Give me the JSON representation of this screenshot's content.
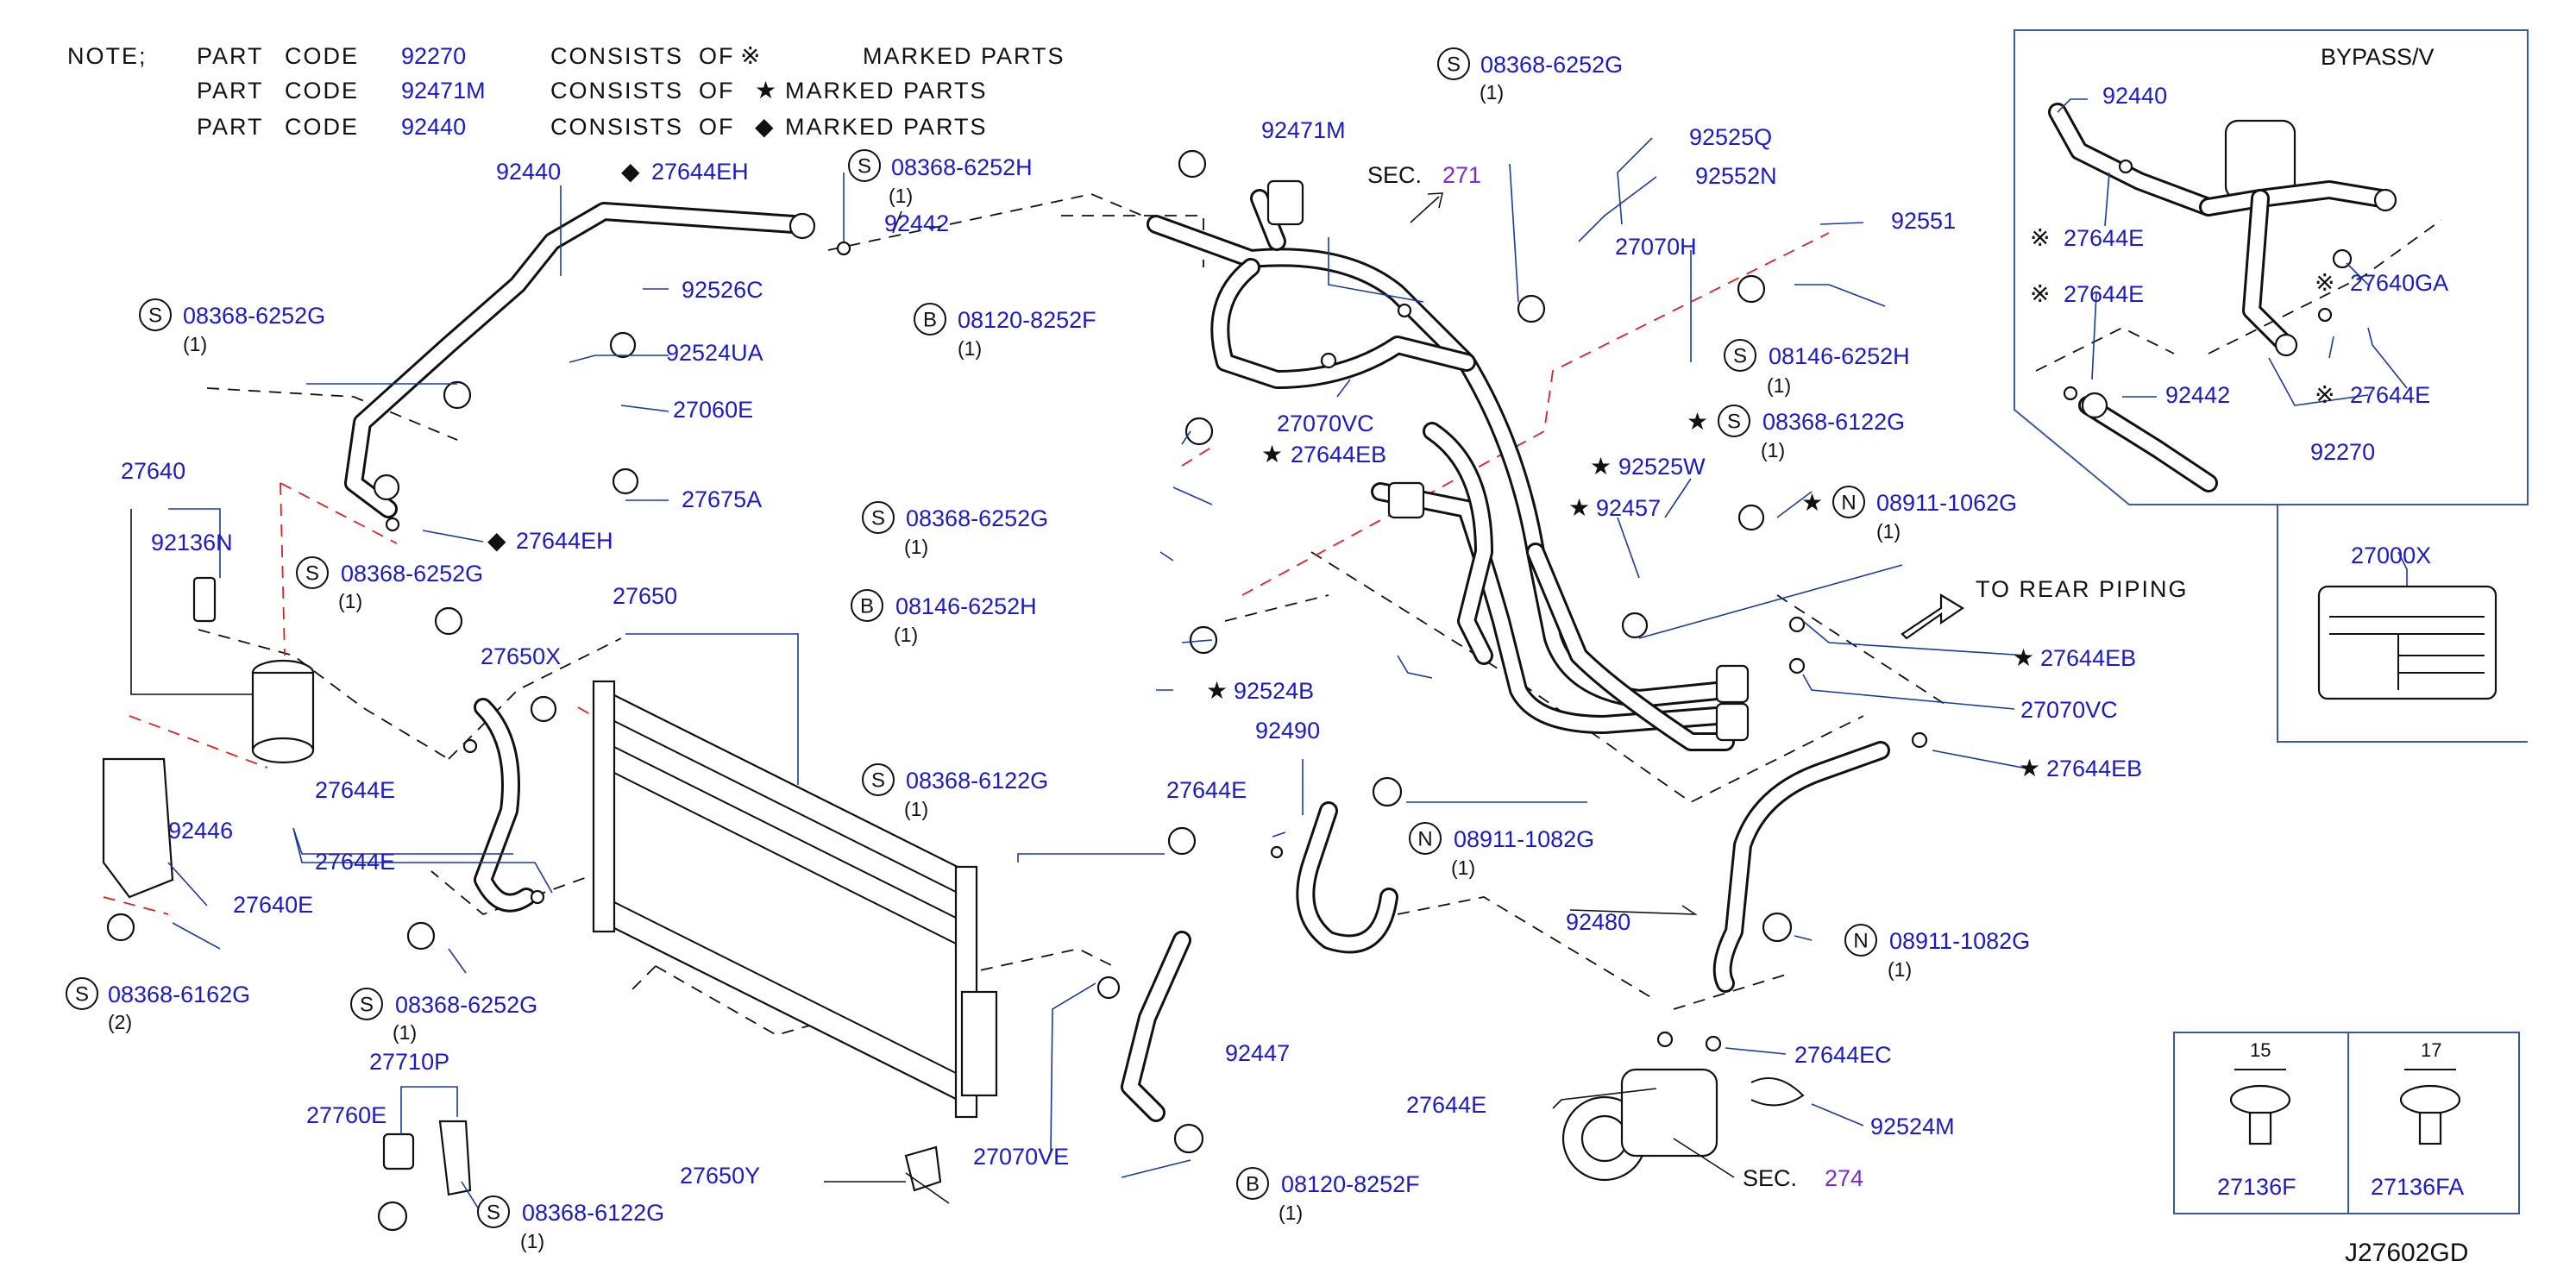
{
  "note": {
    "title": "NOTE;",
    "rows": [
      {
        "part": "PART",
        "code_word": "CODE",
        "code": "92270",
        "consists": "CONSISTS",
        "of": "OF",
        "mark": "※",
        "text": "MARKED PARTS"
      },
      {
        "part": "PART",
        "code_word": "CODE",
        "code": "92471M",
        "consists": "CONSISTS",
        "of": "OF",
        "mark": "★",
        "text": "MARKED PARTS"
      },
      {
        "part": "PART",
        "code_word": "CODE",
        "code": "92440",
        "consists": "CONSISTS",
        "of": "OF",
        "mark": "◆",
        "text": "MARKED PARTS"
      }
    ]
  },
  "labels": {
    "p92440": "92440",
    "p27644EH_top": "27644EH",
    "p27644EH_mid": "27644EH",
    "s_08368_6252H_top": "08368-6252H",
    "qty_1_a": "(1)",
    "p92442": "92442",
    "b_08120_8252F_top": "08120-8252F",
    "qty_1_b": "(1)",
    "s_08368_6252G_left": "08368-6252G",
    "qty_1_c": "(1)",
    "p92526C": "92526C",
    "p92524UA": "92524UA",
    "p27060E": "27060E",
    "p27675A": "27675A",
    "p27640": "27640",
    "p92136N": "92136N",
    "s_08368_6252G_mid": "08368-6252G",
    "qty_1_d": "(1)",
    "p27650": "27650",
    "p27650X": "27650X",
    "p27644E_a": "27644E",
    "p92446": "92446",
    "p27644E_b": "27644E",
    "p27640E": "27640E",
    "s_08368_6162G": "08368-6162G",
    "qty_2": "(2)",
    "s_08368_6252G_low": "08368-6252G",
    "qty_1_e": "(1)",
    "p27710P": "27710P",
    "p27760E": "27760E",
    "s_08368_6122G_low": "08368-6122G",
    "qty_1_f": "(1)",
    "p27650Y": "27650Y",
    "p27070VE": "27070VE",
    "s_08368_6252G_c": "08368-6252G",
    "qty_1_g": "(1)",
    "b_08146_6252H_c": "08146-6252H",
    "qty_1_h": "(1)",
    "p92524B": "92524B",
    "p92490": "92490",
    "s_08368_6122G_c": "08368-6122G",
    "qty_1_i": "(1)",
    "p27644E_c": "27644E",
    "n_08911_1082G_a": "08911-1082G",
    "qty_1_j": "(1)",
    "p92447": "92447",
    "b_08120_8252F_low": "08120-8252F",
    "qty_1_k": "(1)",
    "p92471M": "92471M",
    "sec_271_word": "SEC.",
    "sec_271_num": "271",
    "p27070VC_a": "27070VC",
    "p27644EB_a": "27644EB",
    "s_08368_6252G_top": "08368-6252G",
    "qty_1_l": "(1)",
    "p92525Q": "92525Q",
    "p92552N": "92552N",
    "p27070H": "27070H",
    "p92551": "92551",
    "s_08146_6252H_r": "08146-6252H",
    "qty_1_m": "(1)",
    "s_08368_6122G_r": "08368-6122G",
    "qty_1_n": "(1)",
    "p92525W": "92525W",
    "p92457": "92457",
    "n_08911_1062G": "08911-1062G",
    "qty_1_o": "(1)",
    "to_rear": "TO REAR PIPING",
    "p27644EB_b": "27644EB",
    "p27070VC_b": "27070VC",
    "p27644EB_c": "27644EB",
    "p92480": "92480",
    "n_08911_1082G_b": "08911-1082G",
    "qty_1_p": "(1)",
    "p27644EC": "27644EC",
    "p27644E_d": "27644E",
    "p92524M": "92524M",
    "sec_274_word": "SEC.",
    "sec_274_num": "274",
    "bypass_title": "BYPASS/V",
    "bp_92440": "92440",
    "bp_27644E_a": "27644E",
    "bp_27640GA": "27640GA",
    "bp_27644E_b": "27644E",
    "bp_92442": "92442",
    "bp_27644E_c": "27644E",
    "bp_92270": "92270",
    "p27000X": "27000X",
    "clip_15": "15",
    "clip_17": "17",
    "p27136F": "27136F",
    "p27136FA": "27136FA",
    "diagram_code": "J27602GD"
  },
  "circle_letters": {
    "S": "S",
    "B": "B",
    "N": "N"
  },
  "marks": {
    "star": "★",
    "diamond": "◆",
    "kome": "※"
  }
}
